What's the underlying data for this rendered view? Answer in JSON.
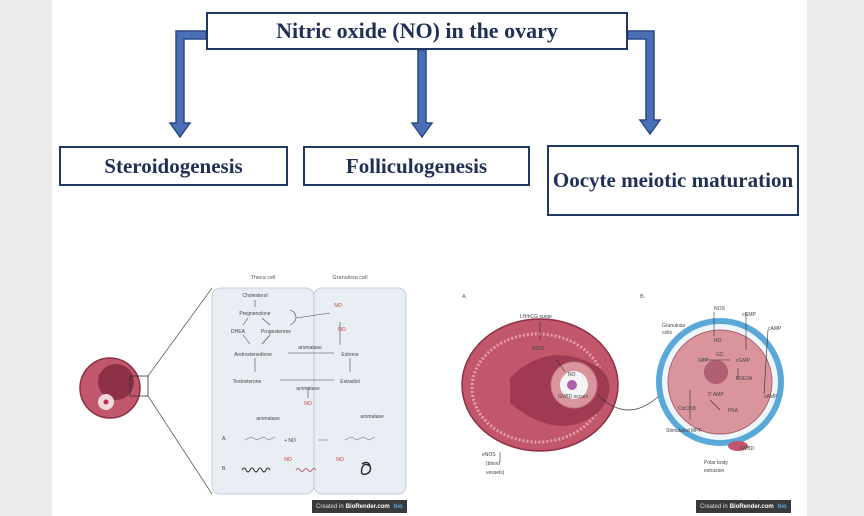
{
  "top_diagram": {
    "title": "Nitric oxide (NO) in the ovary",
    "children": [
      "Steroidogenesis",
      "Folliculogenesis",
      "Oocyte meiotic maturation"
    ]
  },
  "left_figure": {
    "theca_label": "Theca cell",
    "granulosa_label": "Granulosa cell",
    "cholesterol": "Cholesterol",
    "pregnenolone": "Pregnenolone",
    "dhea": "DHEA",
    "progesterone": "Progesterone",
    "androstenedione": "Androstenedione",
    "testosterone": "Testosterone",
    "estrone": "Estrone",
    "estradiol": "Estradiol",
    "aromatase": "aromatase",
    "no": "NO",
    "plus_no": "+ NO",
    "label_a": "A.",
    "label_b": "B.",
    "badge_text": "Created in",
    "badge_brand": "BioRender.com",
    "badge_logo": "bio"
  },
  "right_figure": {
    "label_a": "A.",
    "label_b": "B.",
    "lh_surge": "LH/hCG surge",
    "inos": "iNOS",
    "no": "NO",
    "gvbd_occurs": "GVBD occurs",
    "enos": "eNOS",
    "blood": "(blood",
    "vessels": "vessels)",
    "nos": "NOS",
    "cgmp": "cGMP",
    "camp": "cAMP",
    "granulosa": "Granulosa",
    "cells": "cells",
    "gtp": "GTP",
    "gc": "GC",
    "pde3a": "PDE3A",
    "five_amp": "5' AMP",
    "pka": "PKA",
    "cdc25b": "Cdc25B",
    "mpf": "Stimulated MPF",
    "gvbd": "GVBD",
    "polar_body": "Polar body",
    "extrusion": "extrusion",
    "badge_text": "Created in",
    "badge_brand": "BioRender.com",
    "badge_logo": "bio"
  },
  "colors": {
    "box_border": "#1f3864",
    "arrow": "#4a6fb5",
    "arrow_outline": "#2b4a86",
    "follicle": "#c2566a",
    "granulosa": "#d9949c",
    "oocyte_rim": "#5aa8d8"
  }
}
